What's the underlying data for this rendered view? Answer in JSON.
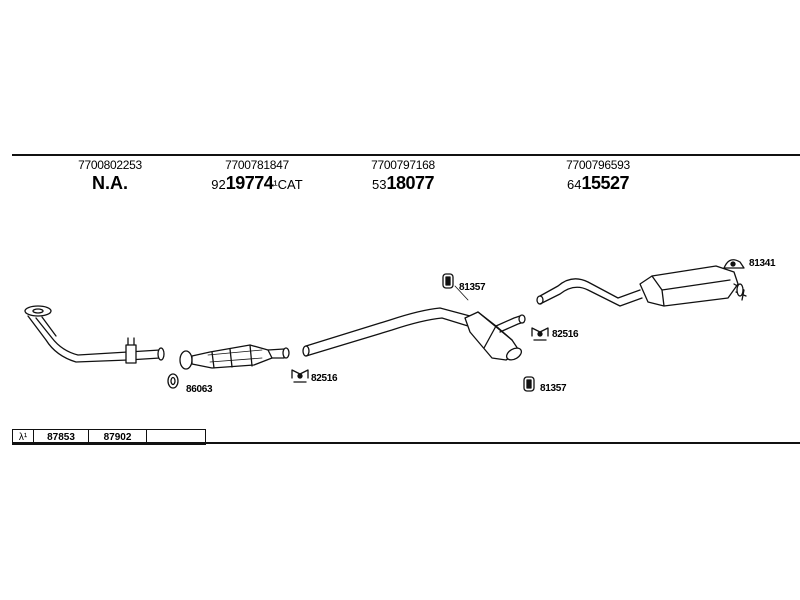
{
  "columns": [
    {
      "oe": "7700802253",
      "plain": "N.A.",
      "pre": "",
      "big": "",
      "suf": ""
    },
    {
      "oe": "7700781847",
      "plain": "",
      "pre": "92",
      "big": "19774",
      "suf": "¹CAT"
    },
    {
      "oe": "7700797168",
      "plain": "",
      "pre": "53",
      "big": "18077",
      "suf": ""
    },
    {
      "oe": "7700796593",
      "plain": "",
      "pre": "64",
      "big": "15527",
      "suf": ""
    }
  ],
  "part_labels": {
    "gasket_front": "86063",
    "clamp_cat": "82516",
    "mount_mid_top": "81357",
    "clamp_rear": "82516",
    "mount_mid_bottom": "81357",
    "mount_tail": "81341"
  },
  "legend": {
    "symbol": "λ¹",
    "cell1": "87853",
    "cell2": "87902",
    "cell3": ""
  }
}
